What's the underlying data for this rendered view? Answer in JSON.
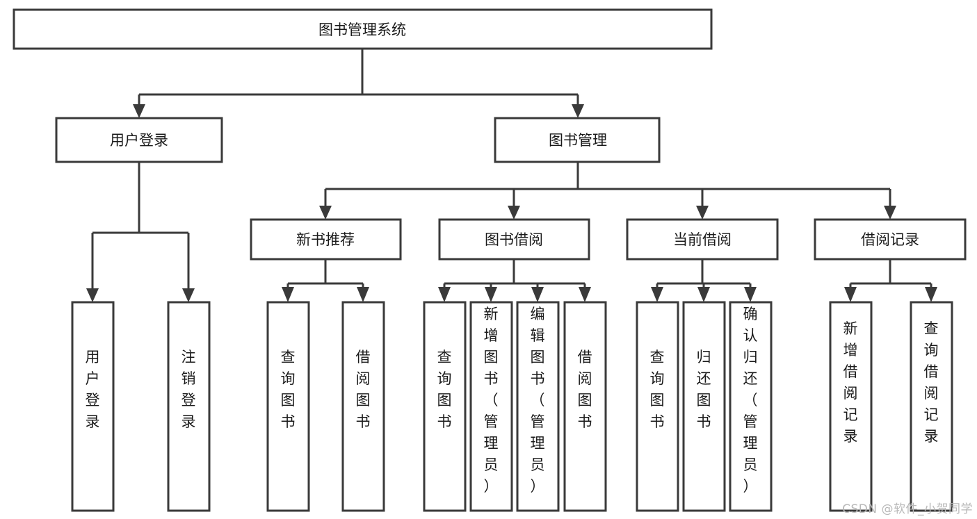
{
  "diagram": {
    "type": "tree-hierarchy-diagram",
    "title": "图书管理系统",
    "orientation": "top-down",
    "colors": {
      "box_stroke": "#3a3a3a",
      "box_fill": "#ffffff",
      "connector": "#3a3a3a",
      "text": "#1a1a1a",
      "background": "#ffffff",
      "watermark": "#b8b8b8"
    },
    "levels": {
      "level0": {
        "label": "图书管理系统"
      },
      "level1": [
        {
          "label": "用户登录"
        },
        {
          "label": "图书管理"
        }
      ],
      "level2": [
        {
          "label": "新书推荐"
        },
        {
          "label": "图书借阅"
        },
        {
          "label": "当前借阅"
        },
        {
          "label": "借阅记录"
        }
      ]
    },
    "leaves": {
      "user_login": [
        {
          "label": "用户登录"
        },
        {
          "label": "注销登录"
        }
      ],
      "new_book_recommend": [
        {
          "label": "查询图书"
        },
        {
          "label": "借阅图书"
        }
      ],
      "book_borrow": [
        {
          "label": "查询图书"
        },
        {
          "label": "新增图书（管理员）"
        },
        {
          "label": "编辑图书（管理员）"
        },
        {
          "label": "借阅图书"
        }
      ],
      "current_borrow": [
        {
          "label": "查询图书"
        },
        {
          "label": "归还图书"
        },
        {
          "label": "确认归还（管理员）"
        }
      ],
      "borrow_record": [
        {
          "label": "新增借阅记录"
        },
        {
          "label": "查询借阅记录"
        }
      ]
    }
  },
  "watermark": {
    "text": "CSDN @软件_小贺同学"
  }
}
